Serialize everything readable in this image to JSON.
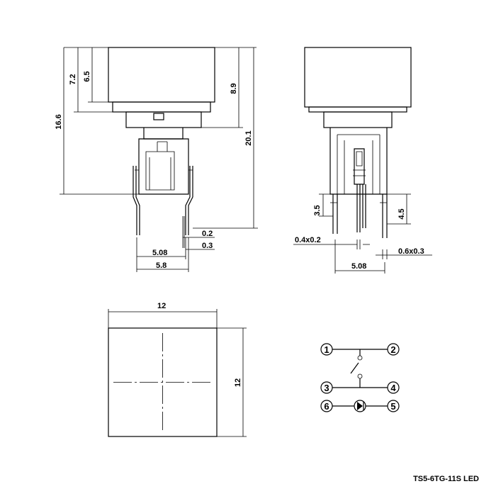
{
  "part_label": "TS5-6TG-11S LED",
  "side_view": {
    "dims": {
      "total_height_body": "16.6",
      "cap_height": "7.2",
      "cap_inner": "6.5",
      "cap_right": "8.9",
      "total_height": "20.1",
      "pin_thickness": "0.2",
      "pin_gap": "0.3",
      "pin_pitch": "5.08",
      "pin_span": "5.8"
    }
  },
  "front_view": {
    "dims": {
      "left_pin_length": "3.5",
      "right_pin_length": "4.5",
      "led_pin_size": "0.4x0.2",
      "switch_pin_size": "0.6x0.3",
      "pin_pitch": "5.08"
    }
  },
  "top_view": {
    "dims": {
      "width": "12",
      "height": "12"
    }
  },
  "schematic": {
    "pins": [
      "1",
      "2",
      "3",
      "4",
      "6",
      "5"
    ]
  }
}
